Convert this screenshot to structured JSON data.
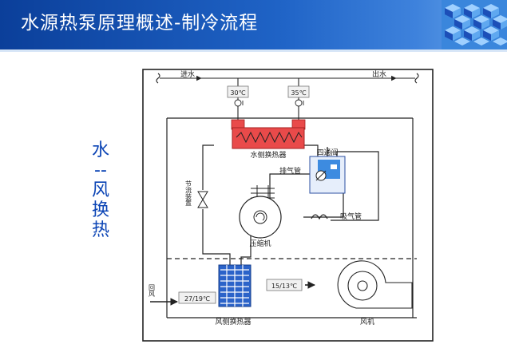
{
  "slide": {
    "title": "水源热泵原理概述-制冷流程",
    "side_label": [
      "水",
      "--",
      "风",
      "换",
      "热"
    ]
  },
  "diagram": {
    "water_in": "进水",
    "water_out": "出水",
    "temp_in": "30℃",
    "temp_out": "35℃",
    "water_hx": "水侧换热器",
    "four_way_valve": "四通阀",
    "discharge_pipe": "排气管",
    "suction_pipe": "吸气管",
    "compressor": "压缩机",
    "throttle": "节流装置",
    "return_air": "回风",
    "return_temp": "27/19℃",
    "supply_temp": "15/13℃",
    "air_hx": "风侧换热器",
    "fan": "风机"
  },
  "colors": {
    "header_blue": "#1f63c6",
    "side_text": "#0b44b5",
    "water_hx": "#e94a4a",
    "air_hx": "#2b63c9",
    "valve_blue": "#3d8be0"
  }
}
